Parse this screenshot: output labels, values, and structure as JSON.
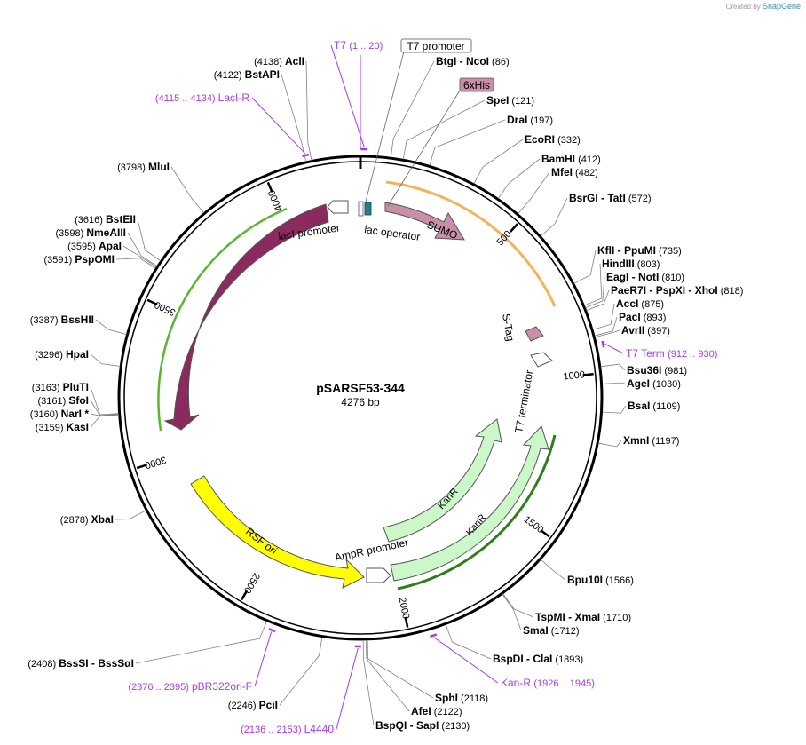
{
  "credit": {
    "prefix": "Created by",
    "brand": "SnapGene"
  },
  "plasmid": {
    "name": "pSARSF53-344",
    "length_label": "4276 bp",
    "total_bp": 4276
  },
  "ticks": [
    {
      "bp": 500,
      "label": "500"
    },
    {
      "bp": 1000,
      "label": "1000"
    },
    {
      "bp": 1500,
      "label": "1500"
    },
    {
      "bp": 2000,
      "label": "2000"
    },
    {
      "bp": 2500,
      "label": "2500"
    },
    {
      "bp": 3000,
      "label": "3000"
    },
    {
      "bp": 3500,
      "label": "3500"
    },
    {
      "bp": 4000,
      "label": "4000"
    }
  ],
  "sites": [
    {
      "name": "BtgI  -  NcoI",
      "pos": "(86)",
      "bp": 86
    },
    {
      "name": "SpeI",
      "pos": "(121)",
      "bp": 121
    },
    {
      "name": "DraI",
      "pos": "(197)",
      "bp": 197
    },
    {
      "name": "EcoRI",
      "pos": "(332)",
      "bp": 332
    },
    {
      "name": "BamHI",
      "pos": "(412)",
      "bp": 412
    },
    {
      "name": "MfeI",
      "pos": "(482)",
      "bp": 482
    },
    {
      "name": "BsrGI  -  TatI",
      "pos": "(572)",
      "bp": 572
    },
    {
      "name": "KflI  -  PpuMI",
      "pos": "(735)",
      "bp": 735
    },
    {
      "name": "HindIII",
      "pos": "(803)",
      "bp": 803
    },
    {
      "name": "EagI  -  NotI",
      "pos": "(810)",
      "bp": 810
    },
    {
      "name": "PaeR7I  -  PspXI  -  XhoI",
      "pos": "(818)",
      "bp": 818
    },
    {
      "name": "AccI",
      "pos": "(875)",
      "bp": 875
    },
    {
      "name": "PacI",
      "pos": "(893)",
      "bp": 893
    },
    {
      "name": "AvrII",
      "pos": "(897)",
      "bp": 897
    },
    {
      "name": "Bsu36I",
      "pos": "(981)",
      "bp": 981
    },
    {
      "name": "AgeI",
      "pos": "(1030)",
      "bp": 1030
    },
    {
      "name": "BsaI",
      "pos": "(1109)",
      "bp": 1109
    },
    {
      "name": "XmnI",
      "pos": "(1197)",
      "bp": 1197
    },
    {
      "name": "Bpu10I",
      "pos": "(1566)",
      "bp": 1566
    },
    {
      "name": "TspMI  -  XmaI",
      "pos": "(1710)",
      "bp": 1710
    },
    {
      "name": "SmaI",
      "pos": "(1712)",
      "bp": 1712
    },
    {
      "name": "BspDI  -  ClaI",
      "pos": "(1893)",
      "bp": 1893
    },
    {
      "name": "SphI",
      "pos": "(2118)",
      "bp": 2118
    },
    {
      "name": "AfeI",
      "pos": "(2122)",
      "bp": 2122
    },
    {
      "name": "BspQI  -  SapI",
      "pos": "(2130)",
      "bp": 2130
    },
    {
      "name": "PciI",
      "pos": "(2246)",
      "bp": 2246
    },
    {
      "name": "BssSI  -  BssSαI",
      "pos": "(2408)",
      "bp": 2408
    },
    {
      "name": "XbaI",
      "pos": "(2878)",
      "bp": 2878
    },
    {
      "name": "KasI",
      "pos": "(3159)",
      "bp": 3159
    },
    {
      "name": "NarI *",
      "pos": "(3160)",
      "bp": 3160
    },
    {
      "name": "SfoI",
      "pos": "(3161)",
      "bp": 3161
    },
    {
      "name": "PluTI",
      "pos": "(3163)",
      "bp": 3163
    },
    {
      "name": "HpaI",
      "pos": "(3296)",
      "bp": 3296
    },
    {
      "name": "BssHII",
      "pos": "(3387)",
      "bp": 3387
    },
    {
      "name": "PspOMI",
      "pos": "(3591)",
      "bp": 3591
    },
    {
      "name": "ApaI",
      "pos": "(3595)",
      "bp": 3595
    },
    {
      "name": "NmeAIII",
      "pos": "(3598)",
      "bp": 3598
    },
    {
      "name": "BstEII",
      "pos": "(3616)",
      "bp": 3616
    },
    {
      "name": "MluI",
      "pos": "(3798)",
      "bp": 3798
    },
    {
      "name": "BstAPI",
      "pos": "(4122)",
      "bp": 4122
    },
    {
      "name": "AclI",
      "pos": "(4138)",
      "bp": 4138
    }
  ],
  "primers": [
    {
      "name": "T7",
      "range": "(1 .. 20)",
      "start": 1,
      "end": 20
    },
    {
      "name": "LacI-R",
      "range": "(4115 .. 4134)",
      "start": 4115,
      "end": 4134
    },
    {
      "name": "T7 Term",
      "range": "(912 .. 930)",
      "start": 912,
      "end": 930
    },
    {
      "name": "Kan-R",
      "range": "(1926 .. 1945)",
      "start": 1926,
      "end": 1945
    },
    {
      "name": "L4440",
      "range": "(2136 .. 2153)",
      "start": 2136,
      "end": 2153
    },
    {
      "name": "pBR322ori-F",
      "range": "(2376 .. 2395)",
      "start": 2376,
      "end": 2395
    }
  ],
  "features": [
    {
      "label": "SUMO",
      "color": "#c98fa8"
    },
    {
      "label": "lacI",
      "color": "#8b2a5e"
    },
    {
      "label": "KanR",
      "color": "#ccf7c8"
    },
    {
      "label": "RSF ori",
      "color": "#ffff00"
    },
    {
      "label": "6xHis",
      "color": "#c98fa8"
    },
    {
      "label": "T7 promoter",
      "color": "#ffffff"
    },
    {
      "label": "lacI promoter"
    },
    {
      "label": "lac operator"
    },
    {
      "label": "S-Tag"
    },
    {
      "label": "T7 terminator"
    },
    {
      "label": "AmpR promoter"
    }
  ],
  "colors": {
    "primer": "#a63fd6",
    "orf_orange": "#f0a030",
    "orf_green": "#5cb531",
    "lac_operator": "#1f7f8f"
  }
}
